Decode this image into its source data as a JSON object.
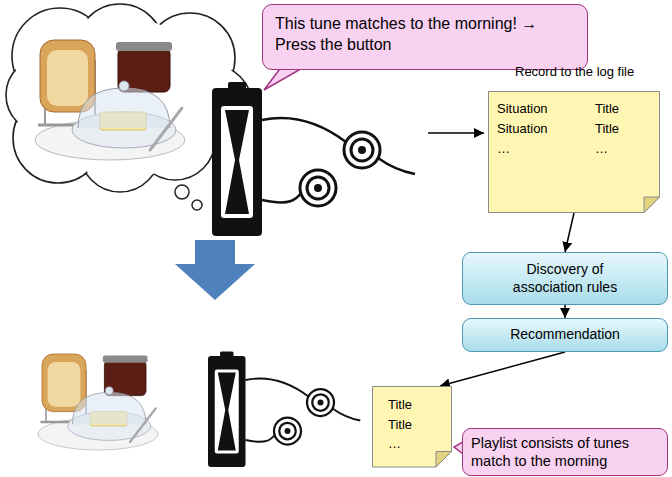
{
  "diagram": {
    "nodes": [
      {
        "text": [
          "This tune matches to the morning! → Press the button"
        ]
      },
      {
        "text": [
          "Record to the log file",
          "Situation",
          "Title",
          "Situation",
          "Title",
          "…",
          "…"
        ]
      },
      {
        "text": [
          "Discovery of association rules"
        ]
      },
      {
        "text": [
          "Recommendation"
        ]
      },
      {
        "text": [
          "Title",
          "Title",
          "…"
        ]
      },
      {
        "text": [
          "Playlist consists of tunes match to the morning"
        ]
      }
    ],
    "edges": [
      {
        "from": 1,
        "to": 2,
        "arrow": "to"
      },
      {
        "from": 2,
        "to": 3,
        "arrow": "to"
      },
      {
        "from": 3,
        "to": 4,
        "arrow": "to"
      }
    ]
  }
}
